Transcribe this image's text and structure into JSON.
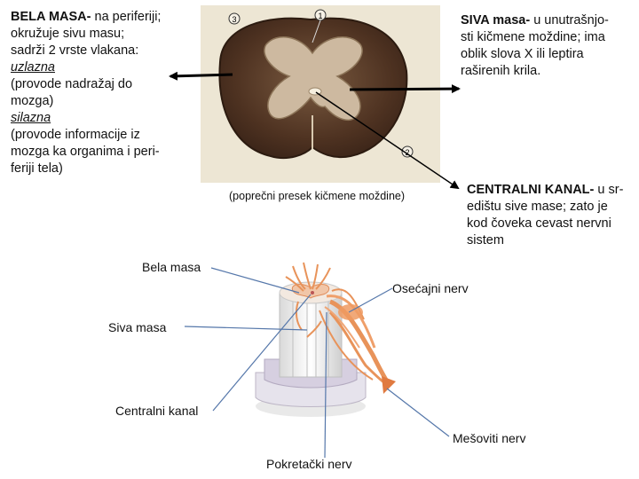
{
  "white_matter": {
    "title": "BELA MASA-",
    "line1_rest": " na periferiji;",
    "line2": "okružuje sivu masu;",
    "line3": "sadrži 2 vrste vlakana:",
    "ascending_term": "uzlazna",
    "ascending_desc_1": "(provode nadražaj do",
    "ascending_desc_2": "mozga)",
    "descending_term": "silazna",
    "descending_desc_1": "(provode informacije iz",
    "descending_desc_2": "mozga ka organima i peri-",
    "descending_desc_3": "feriji tela)"
  },
  "gray_matter": {
    "title": "SIVA masa-",
    "line1_rest": " u unutrašnjo-",
    "line2": "sti kičmene moždine; ima",
    "line3": "oblik slova X ili leptira",
    "line4": "raširenih krila."
  },
  "central_canal": {
    "title": "CENTRALNI KANAL-",
    "line1_rest": " u sr-",
    "line2": "edištu sive mase; zato je",
    "line3": "kod čoveka cevast nervni",
    "line4": "sistem"
  },
  "photo_caption": "(poprečni presek kičmene moždine)",
  "photo_markers": [
    "3",
    "1",
    "2"
  ],
  "diagram_labels": {
    "white_matter": "Bela masa",
    "sensory_nerve": "Osećajni nerv",
    "gray_matter": "Siva masa",
    "central_canal": "Centralni kanal",
    "mixed_nerve": "Mešoviti nerv",
    "motor_nerve": "Pokretački nerv"
  },
  "colors": {
    "white_matter_photo": "#5a3a26",
    "gray_matter_photo": "#cdb9a0",
    "pointer_line": "#5577aa",
    "nerve_orange": "#e8935a",
    "arrow": "#000000"
  }
}
